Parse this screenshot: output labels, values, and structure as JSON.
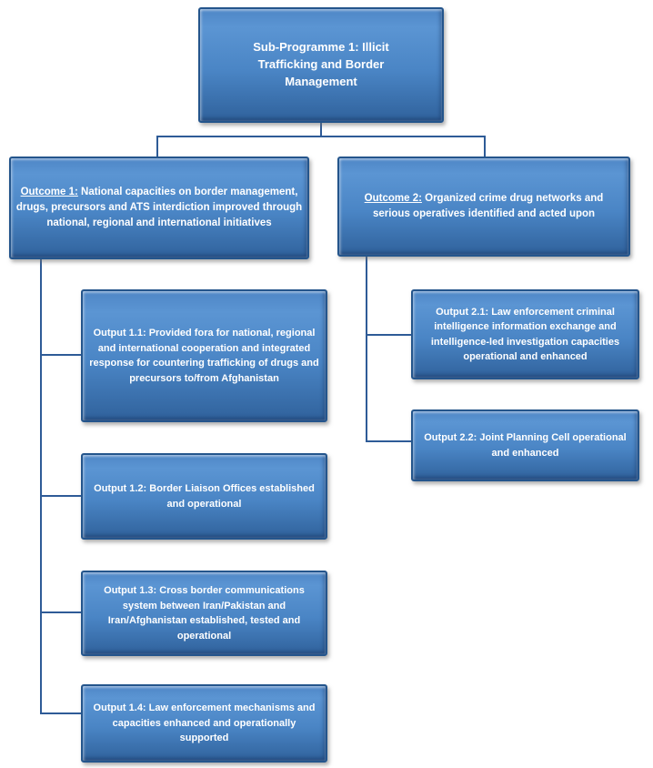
{
  "diagram": {
    "title": "Sub-Programme 1: Illicit Trafficking and Border Management"
  },
  "outcomes": [
    {
      "label": "Outcome 1:",
      "text": "National capacities on border management, drugs, precursors and ATS interdiction improved through national, regional and international initiatives",
      "outputs": [
        {
          "label": "Output 1.1:",
          "text": "Provided fora for national, regional and international cooperation and integrated response for countering trafficking of drugs and precursors to/from Afghanistan"
        },
        {
          "label": "Output 1.2:",
          "text": "Border Liaison Offices established and operational"
        },
        {
          "label": "Output 1.3:",
          "text": "Cross border communications system between Iran/Pakistan and Iran/Afghanistan established, tested and operational"
        },
        {
          "label": "Output 1.4:",
          "text": "Law enforcement mechanisms and capacities enhanced and operationally supported"
        }
      ]
    },
    {
      "label": "Outcome 2:",
      "text": "Organized crime drug networks and serious operatives identified and acted upon",
      "outputs": [
        {
          "label": "Output 2.1:",
          "text": "Law enforcement criminal intelligence information exchange and intelligence-led investigation capacities operational and enhanced"
        },
        {
          "label": "Output 2.2:",
          "text": "Joint Planning Cell operational and enhanced"
        }
      ]
    }
  ],
  "colors": {
    "box_fill_top": "#5b95d3",
    "box_fill_bottom": "#30629c",
    "box_border": "#24558c",
    "connector_line": "#2e5b97",
    "text": "#ffffff"
  }
}
